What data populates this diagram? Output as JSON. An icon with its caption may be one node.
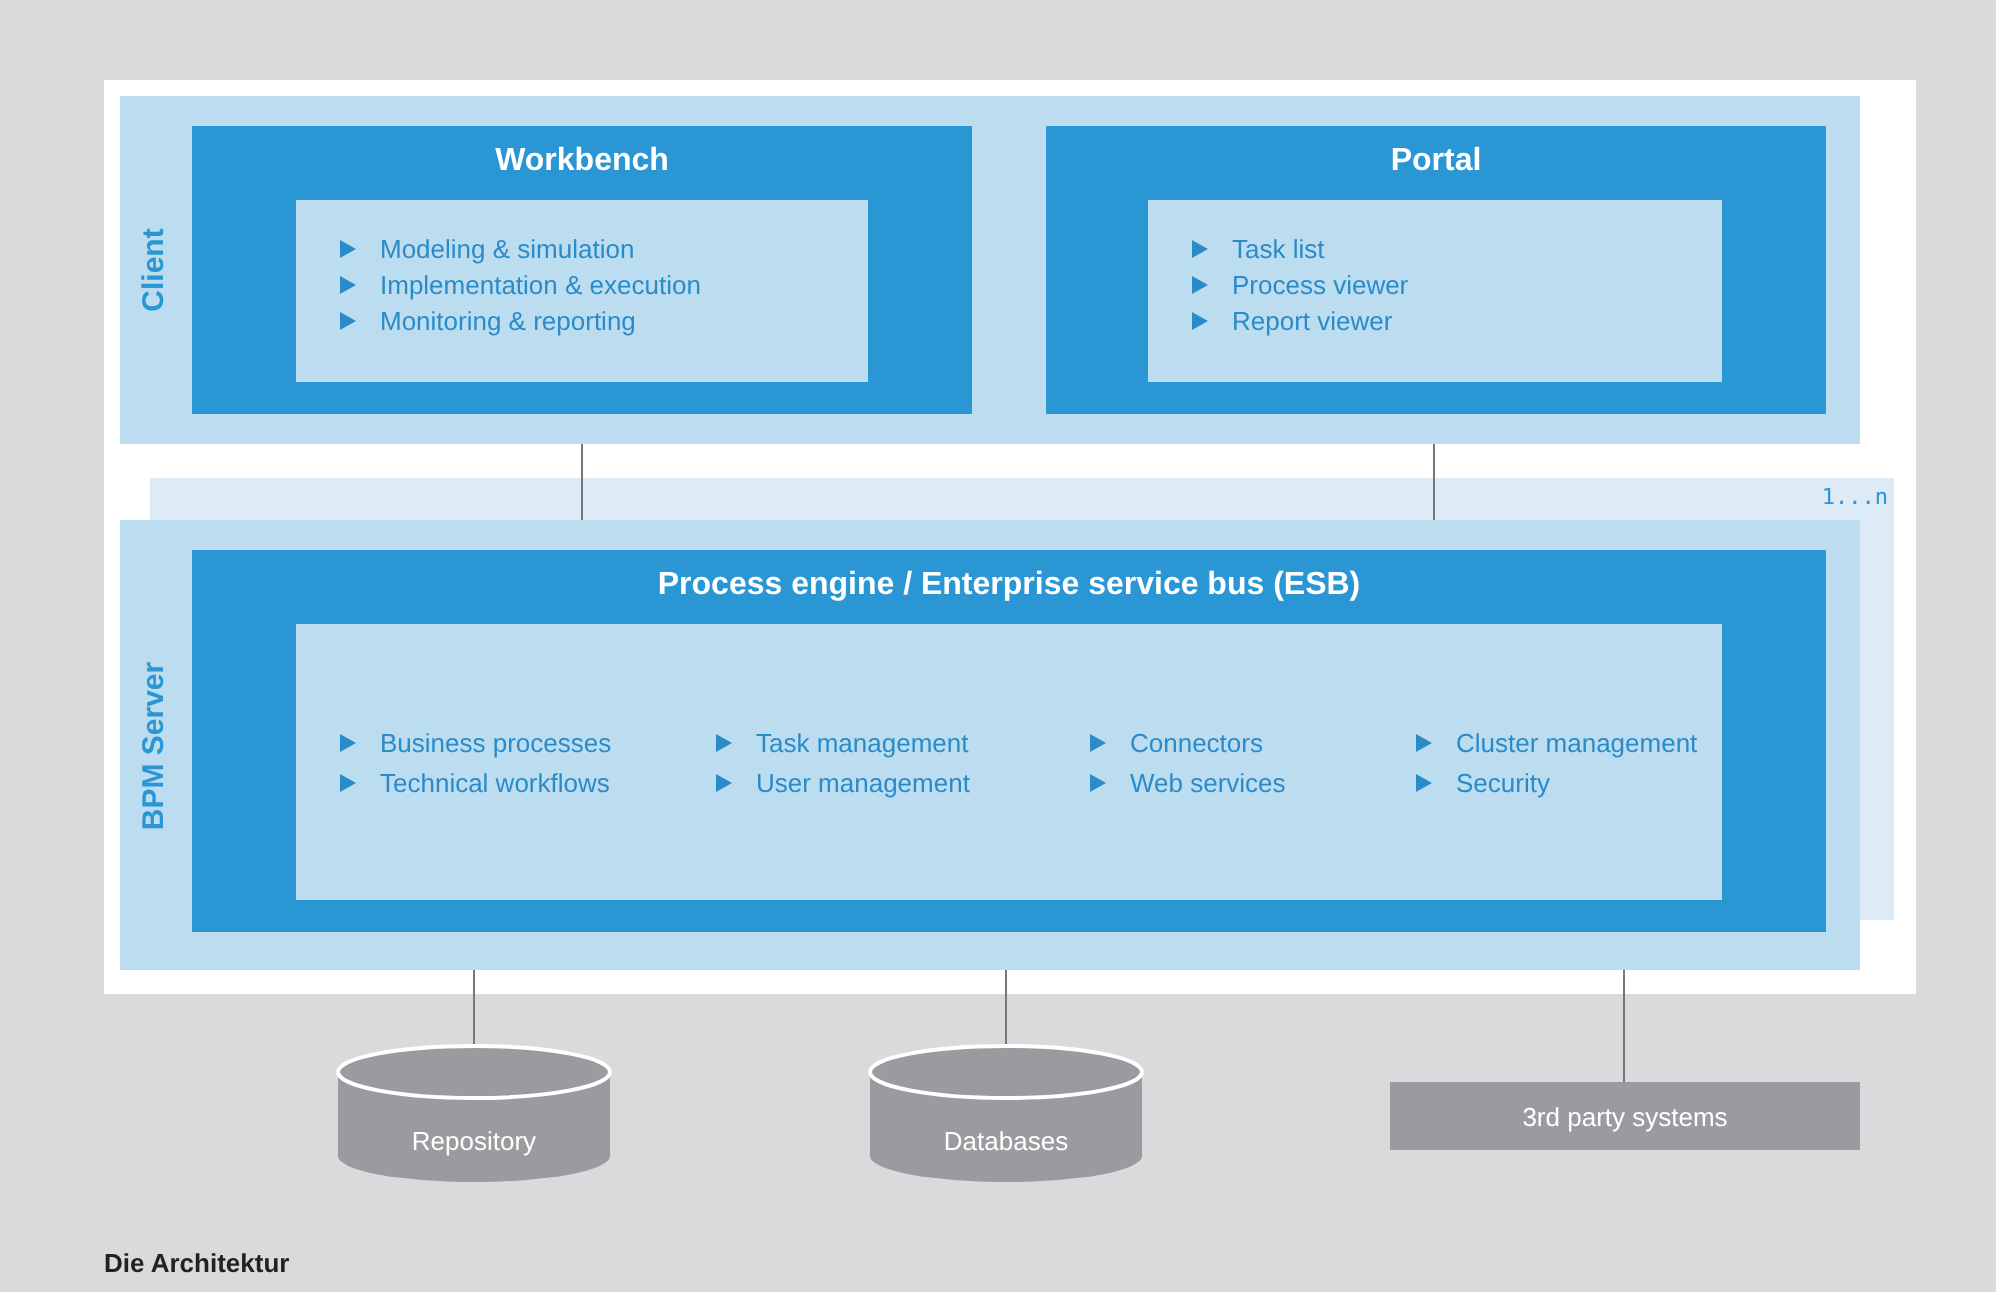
{
  "diagram": {
    "caption": "Die Architektur",
    "nodes": [
      {
        "text": [
          "Client"
        ]
      },
      {
        "text": [
          "Workbench"
        ],
        "in": 0
      },
      {
        "text": [
          "Modeling & simulation",
          "Implementation & execution",
          "Monitoring & reporting"
        ],
        "in": 1
      },
      {
        "text": [
          "Portal"
        ],
        "in": 0
      },
      {
        "text": [
          "Task list",
          "Process viewer",
          "Report viewer"
        ],
        "in": 3
      },
      {
        "text": [
          "BPM Server"
        ]
      },
      {
        "text": [
          "Process engine / Enterprise service bus (ESB)"
        ],
        "in": 5
      },
      {
        "text": [
          "Business processes",
          "Technical workflows",
          "Task management",
          "User management",
          "Connectors",
          "Web services",
          "Cluster management",
          "Security"
        ],
        "in": 6
      },
      {
        "text": [
          "Repository"
        ]
      },
      {
        "text": [
          "Databases"
        ]
      },
      {
        "text": [
          "3rd party systems"
        ]
      }
    ],
    "edges": [
      {
        "from": 1,
        "to": 5,
        "arrow": "none"
      },
      {
        "from": 3,
        "to": 5,
        "arrow": "none"
      },
      {
        "from": 5,
        "to": 8,
        "arrow": "none"
      },
      {
        "from": 5,
        "to": 9,
        "arrow": "none"
      },
      {
        "from": 5,
        "to": 10,
        "arrow": "none"
      }
    ],
    "labels": [
      "1...n"
    ]
  }
}
